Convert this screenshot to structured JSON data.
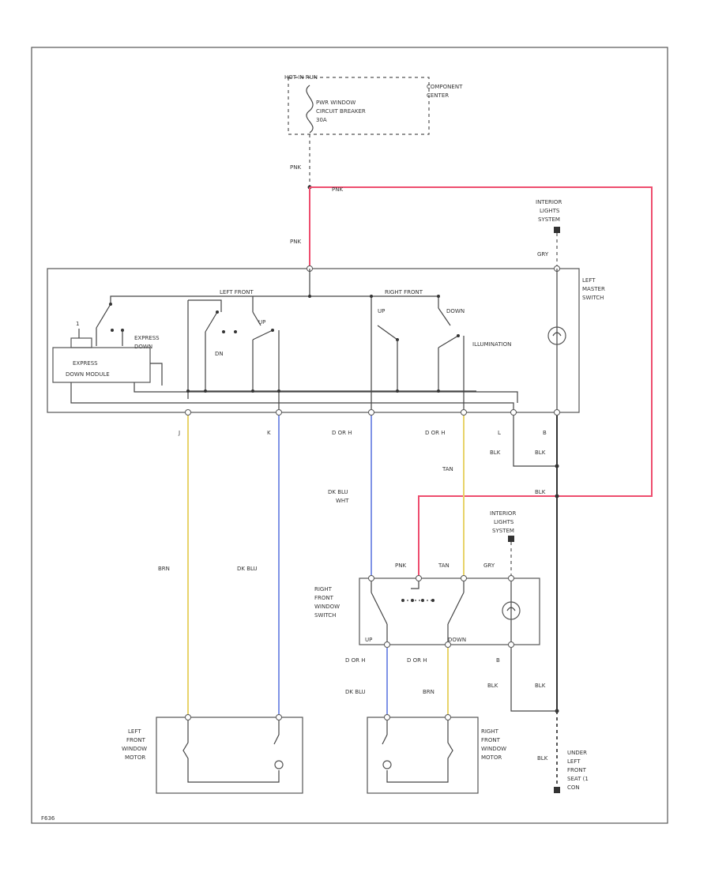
{
  "colors": {
    "pink_wire": "#ee4d6e",
    "yellow_wire": "#e8d36a",
    "blue_wire": "#7f93e6",
    "line": "#444444"
  },
  "labels": {
    "hot_in_run": "HOT IN RUN",
    "component_center": [
      "COMPONENT",
      "CENTER"
    ],
    "breaker": [
      "PWR WINDOW",
      "CIRCUIT BREAKER",
      "30A"
    ],
    "pnk": "PNK",
    "interior_lights_system": [
      "INTERIOR",
      "LIGHTS",
      "SYSTEM"
    ],
    "gry": "GRY",
    "left_master_switch": [
      "LEFT",
      "MASTER",
      "SWITCH"
    ],
    "left_front": "LEFT FRONT",
    "right_front": "RIGHT FRONT",
    "up": "UP",
    "dn": "DN",
    "down": "DOWN",
    "express_down": [
      "EXPRESS",
      "DOWN"
    ],
    "express_down_module": [
      "EXPRESS",
      "DOWN MODULE"
    ],
    "illumination": "ILLUMINATION",
    "pin_j": "J",
    "pin_k": "K",
    "pin_d_or_h": "D OR H",
    "pin_l": "L",
    "pin_b": "B",
    "blk": "BLK",
    "tan": "TAN",
    "dk_blu_wht": [
      "DK BLU",
      "WHT"
    ],
    "brn": "BRN",
    "dk_blu": "DK BLU",
    "right_front_window_switch": [
      "RIGHT",
      "FRONT",
      "WINDOW",
      "SWITCH"
    ],
    "left_front_window_motor": [
      "LEFT",
      "FRONT",
      "WINDOW",
      "MOTOR"
    ],
    "right_front_window_motor": [
      "RIGHT",
      "FRONT",
      "WINDOW",
      "MOTOR"
    ],
    "ground": [
      "UNDER",
      "LEFT",
      "FRONT",
      "SEAT (1",
      "CON"
    ],
    "figure_id": "F636"
  }
}
